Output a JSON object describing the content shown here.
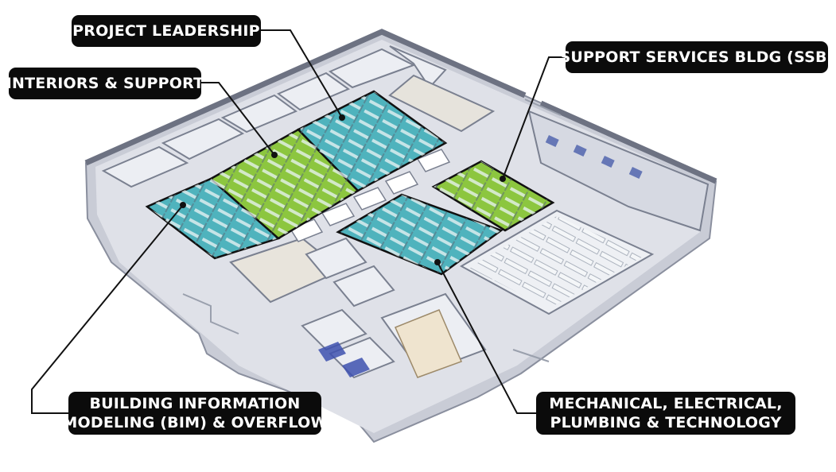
{
  "callouts": {
    "project_leadership": "PROJECT LEADERSHIP",
    "interiors_support": "INTERIORS & SUPPORT",
    "support_services": "SUPPORT SERVICES BLDG (SSB)",
    "bim_line1": "BUILDING INFORMATION",
    "bim_line2": "MODELING (BIM) & OVERFLOW",
    "mep_line1": "MECHANICAL, ELECTRICAL,",
    "mep_line2": "PLUMBING & TECHNOLOGY"
  },
  "zone_colors": {
    "teal": "#4fb3bd",
    "green": "#8cc63f"
  }
}
